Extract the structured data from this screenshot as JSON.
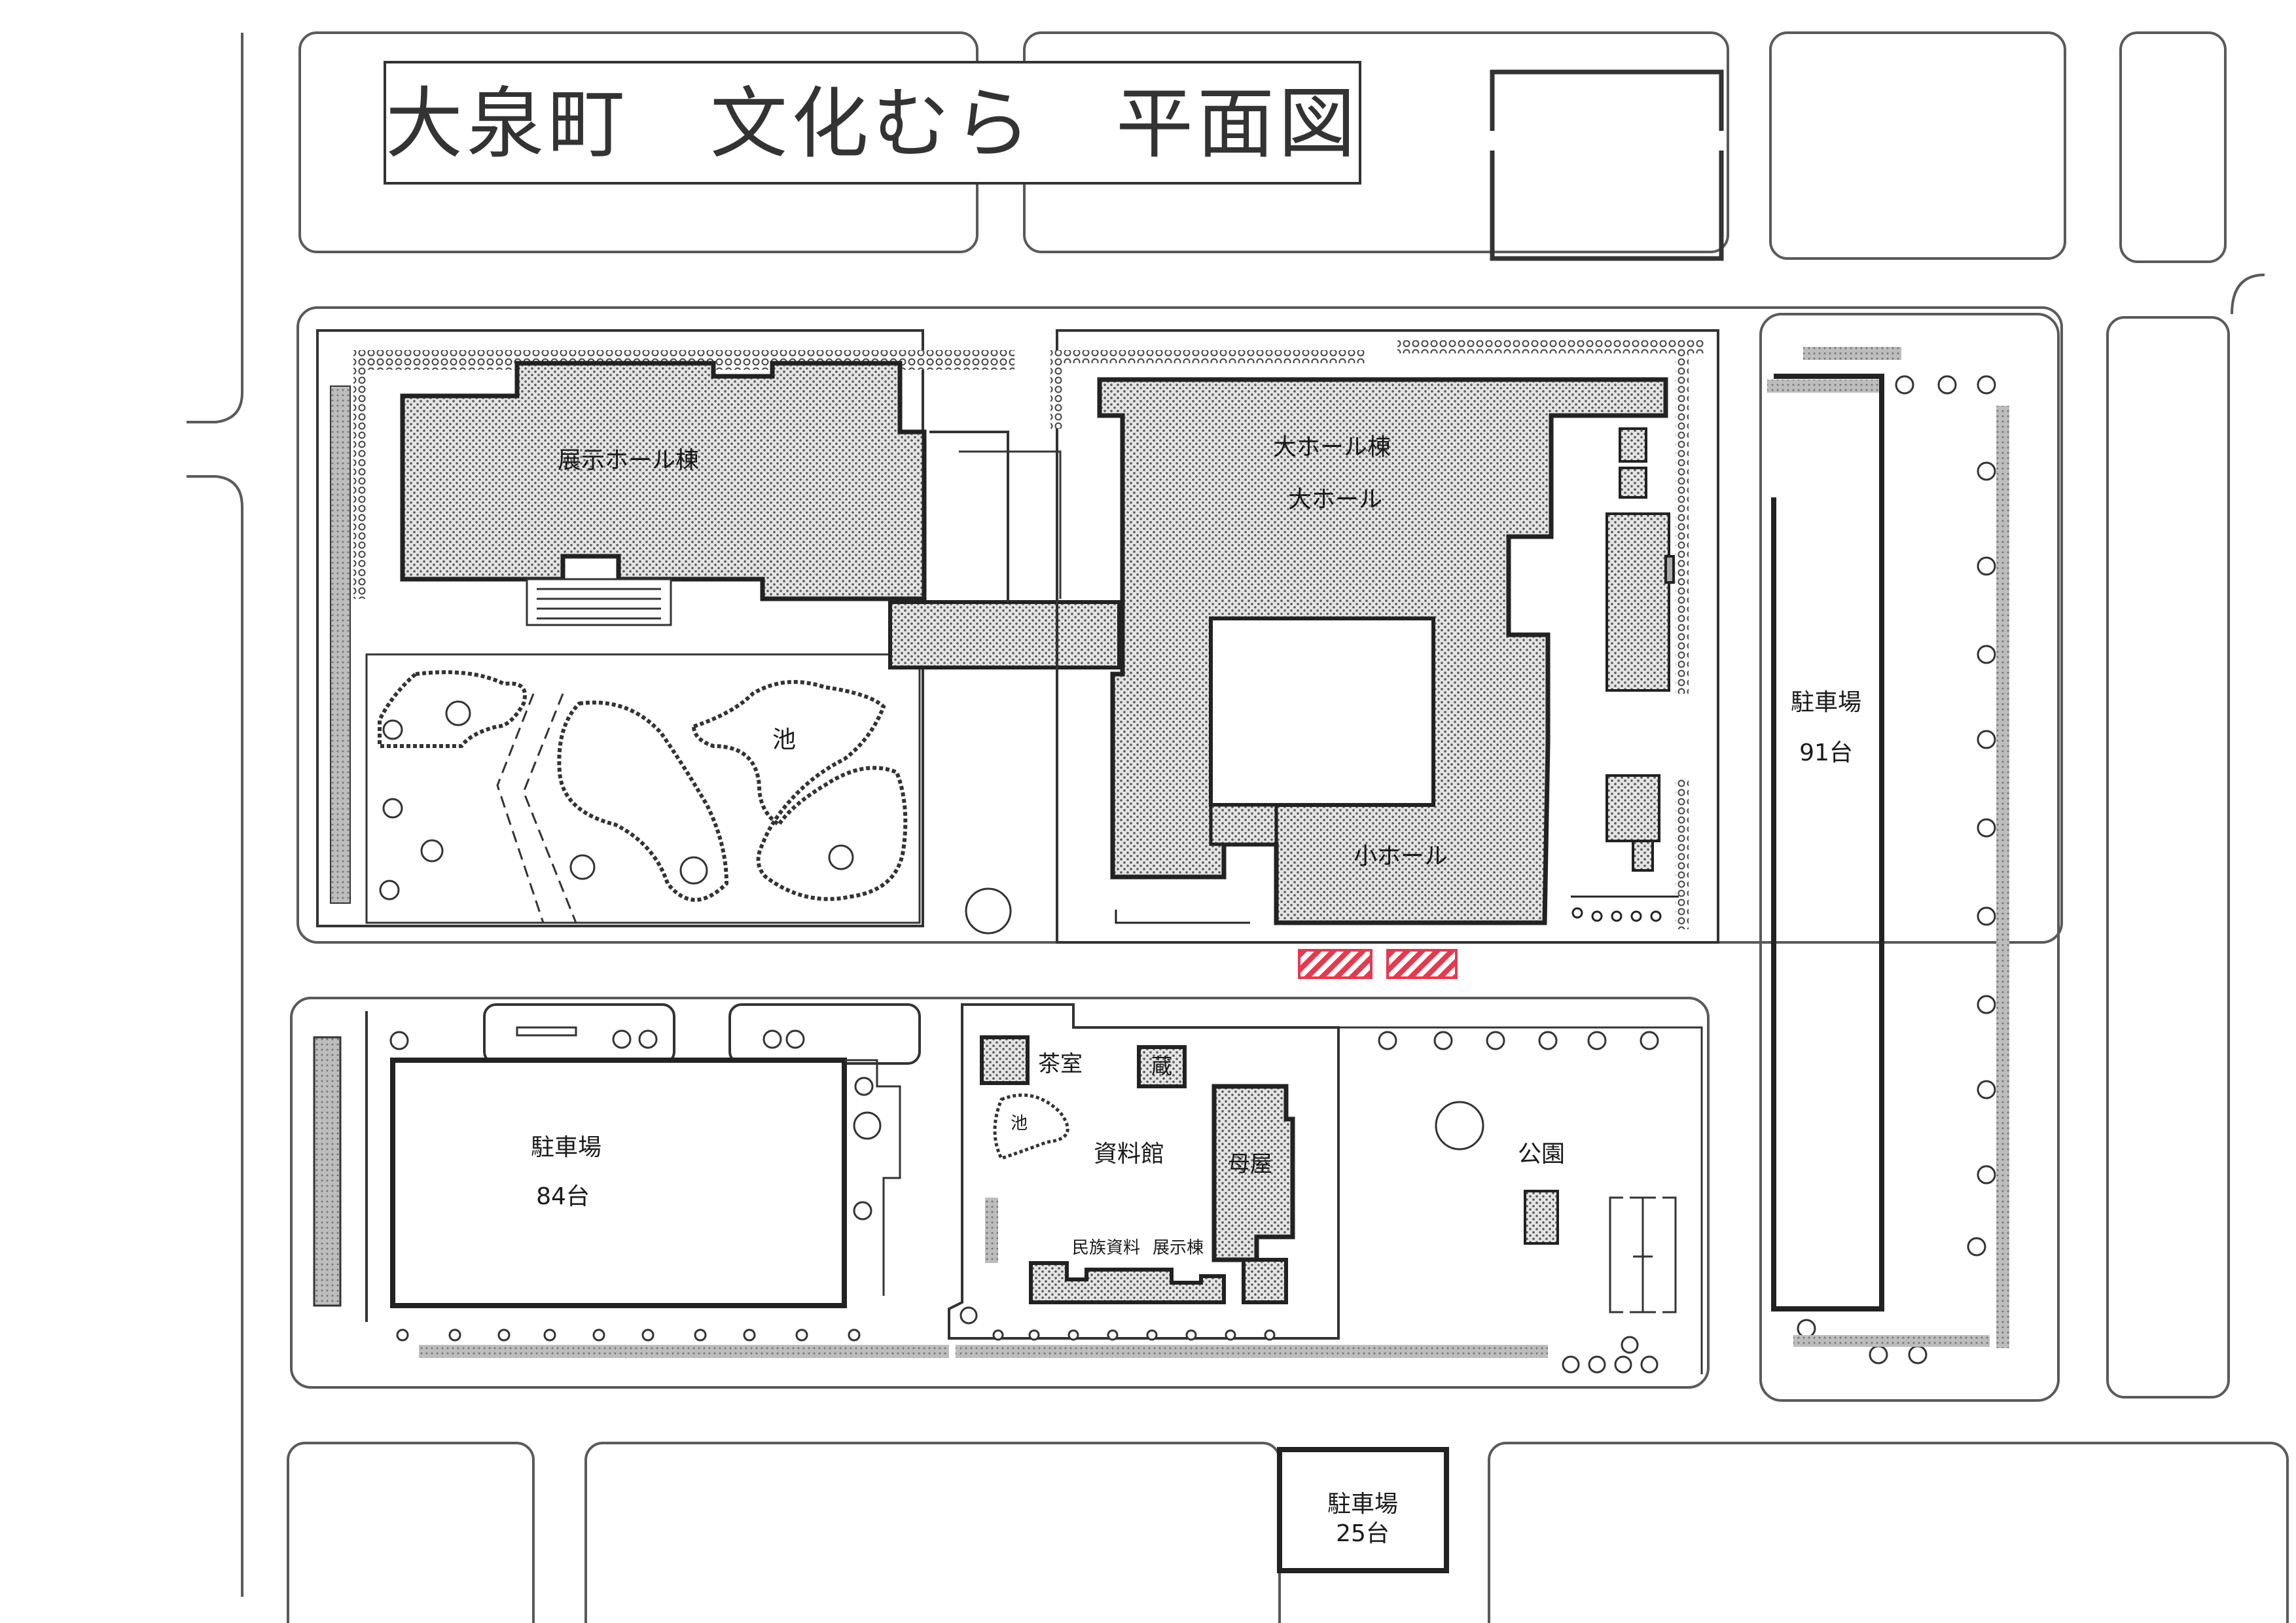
{
  "title": "大泉町　文化むら　平面図",
  "colors": {
    "line": "#2b2b2b",
    "road": "#5a5a5a",
    "building_fill": "#cfcfcf",
    "highlight": "#e8384f"
  },
  "labels": {
    "exhibition_hall": "展示ホール棟",
    "pond_main": "池",
    "big_hall_building": "大ホール棟",
    "big_hall": "大ホール",
    "small_hall": "小ホール",
    "parking_east": "駐車場",
    "parking_east_count": "91台",
    "parking_west": "駐車場",
    "parking_west_count": "84台",
    "tea_room": "茶室",
    "storehouse": "蔵",
    "pond_small": "池",
    "museum": "資料館",
    "main_house": "母屋",
    "folk_exhibit_1": "民族資料",
    "folk_exhibit_2": "展示棟",
    "park": "公園",
    "parking_south": "駐車場",
    "parking_south_count": "25台"
  }
}
